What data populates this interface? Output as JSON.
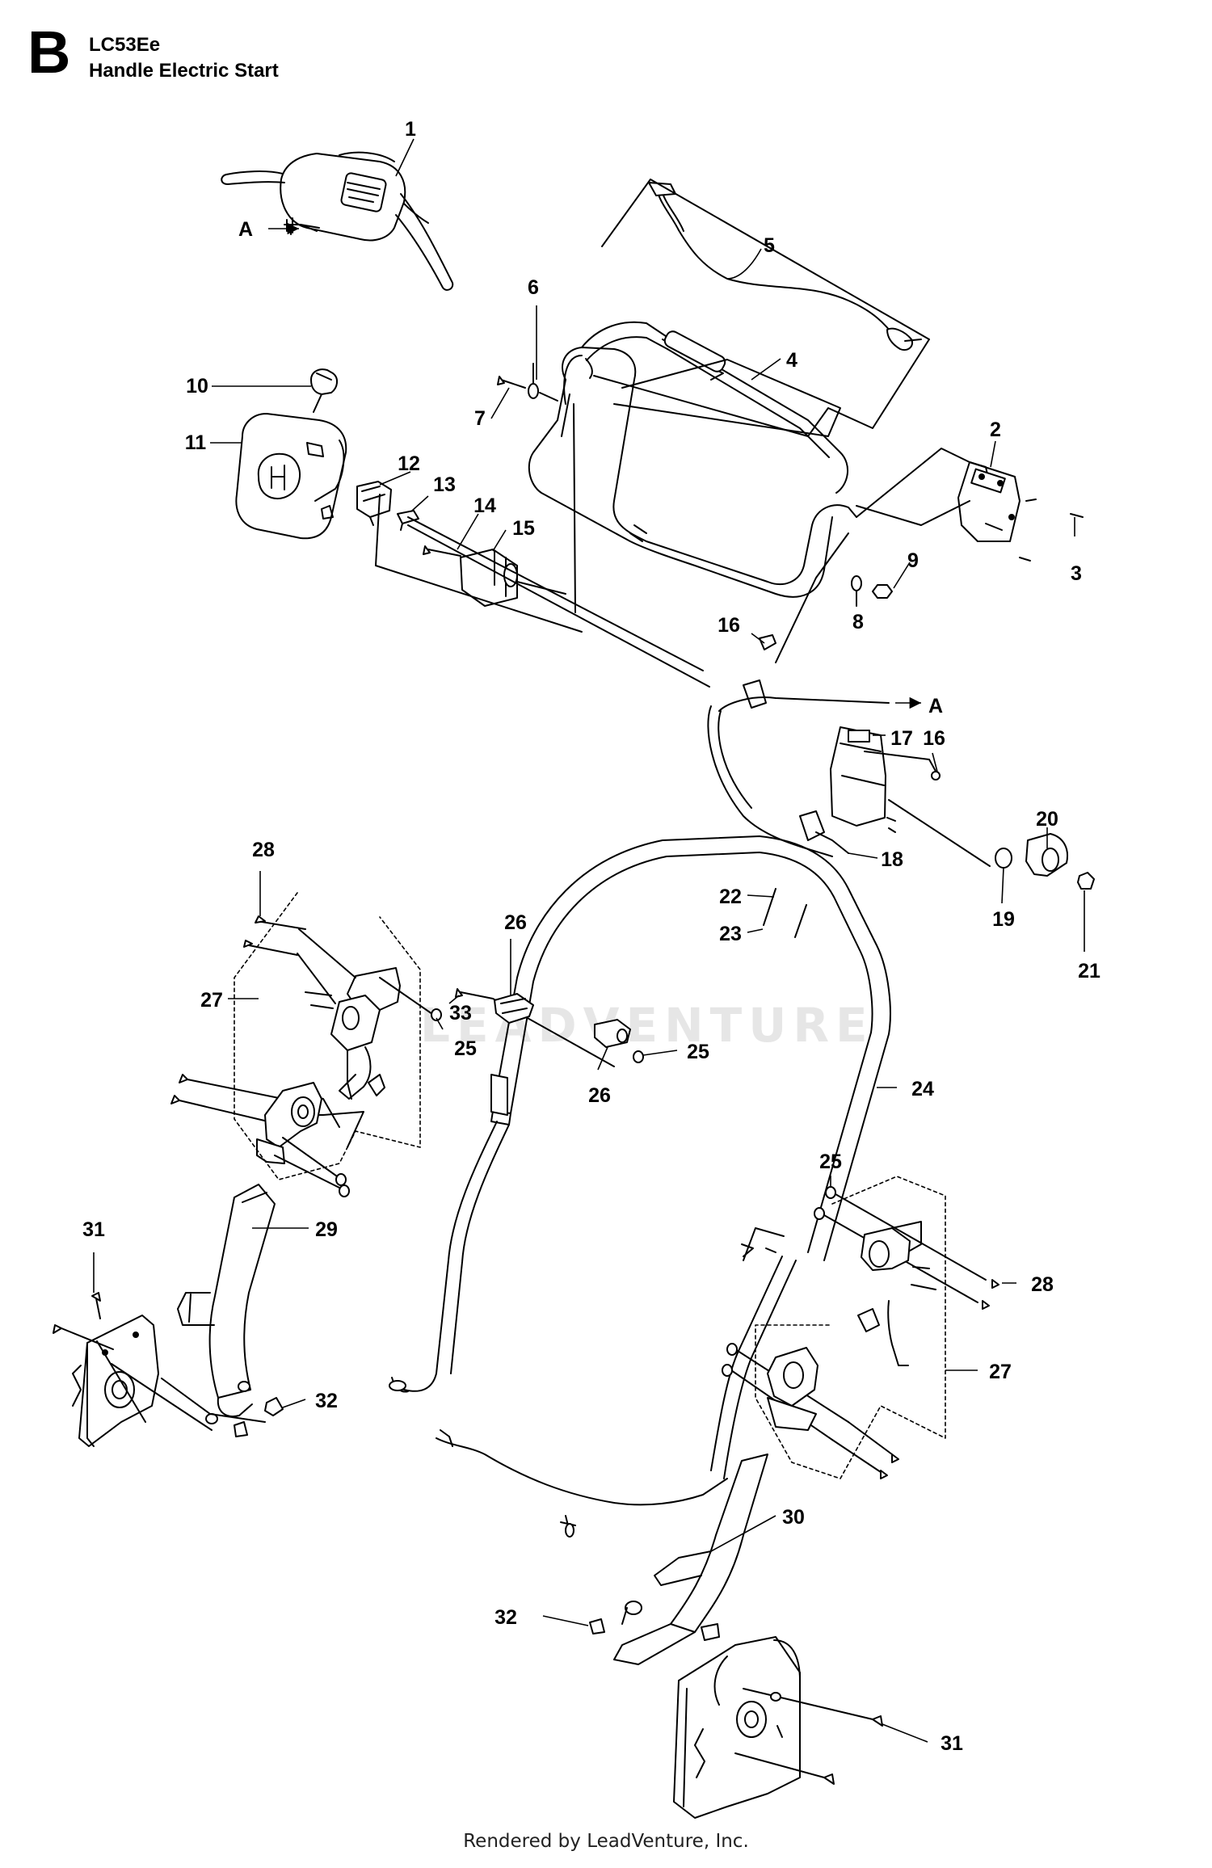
{
  "header": {
    "section_letter": "B",
    "model": "LC53Ee",
    "title": "Handle Electric Start"
  },
  "footer": {
    "text": "Rendered by LeadVenture, Inc."
  },
  "watermark": {
    "text": "LEADVENTURE"
  },
  "callouts": [
    {
      "id": "c1",
      "label": "1"
    },
    {
      "id": "cA1",
      "label": "A"
    },
    {
      "id": "c5",
      "label": "5"
    },
    {
      "id": "c6",
      "label": "6"
    },
    {
      "id": "c7",
      "label": "7"
    },
    {
      "id": "c4",
      "label": "4"
    },
    {
      "id": "c10",
      "label": "10"
    },
    {
      "id": "c11",
      "label": "11"
    },
    {
      "id": "c2",
      "label": "2"
    },
    {
      "id": "c3",
      "label": "3"
    },
    {
      "id": "c12",
      "label": "12"
    },
    {
      "id": "c13",
      "label": "13"
    },
    {
      "id": "c14",
      "label": "14"
    },
    {
      "id": "c15",
      "label": "15"
    },
    {
      "id": "c9",
      "label": "9"
    },
    {
      "id": "c8",
      "label": "8"
    },
    {
      "id": "c16a",
      "label": "16"
    },
    {
      "id": "cA2",
      "label": "A"
    },
    {
      "id": "c17",
      "label": "17"
    },
    {
      "id": "c16b",
      "label": "16"
    },
    {
      "id": "c20",
      "label": "20"
    },
    {
      "id": "c18",
      "label": "18"
    },
    {
      "id": "c19",
      "label": "19"
    },
    {
      "id": "c21",
      "label": "21"
    },
    {
      "id": "c28a",
      "label": "28"
    },
    {
      "id": "c22",
      "label": "22"
    },
    {
      "id": "c23",
      "label": "23"
    },
    {
      "id": "c26a",
      "label": "26"
    },
    {
      "id": "c27a",
      "label": "27"
    },
    {
      "id": "c33",
      "label": "33"
    },
    {
      "id": "c25a",
      "label": "25"
    },
    {
      "id": "c25b",
      "label": "25"
    },
    {
      "id": "c26b",
      "label": "26"
    },
    {
      "id": "c24",
      "label": "24"
    },
    {
      "id": "c25c",
      "label": "25"
    },
    {
      "id": "c29",
      "label": "29"
    },
    {
      "id": "c31a",
      "label": "31"
    },
    {
      "id": "c28b",
      "label": "28"
    },
    {
      "id": "c27b",
      "label": "27"
    },
    {
      "id": "c32a",
      "label": "32"
    },
    {
      "id": "c30",
      "label": "30"
    },
    {
      "id": "c32b",
      "label": "32"
    },
    {
      "id": "c31b",
      "label": "31"
    }
  ]
}
